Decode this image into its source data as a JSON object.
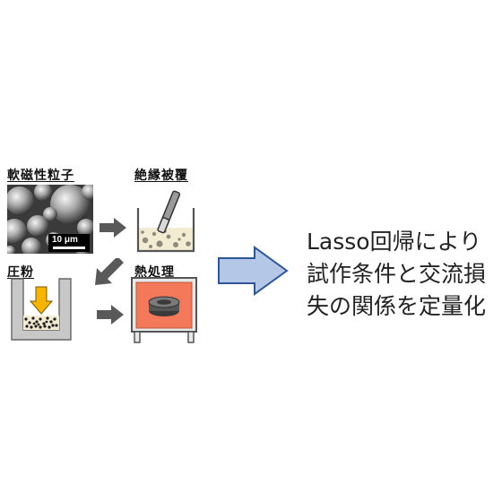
{
  "steps": {
    "soft_magnetic_particles": {
      "label": "軟磁性粒子",
      "scale_bar": "10 μm"
    },
    "insulation_coating": {
      "label": "絶縁被覆"
    },
    "compaction": {
      "label": "圧粉"
    },
    "heat_treatment": {
      "label": "熱処理"
    }
  },
  "result": {
    "lines": [
      "Lasso回帰により",
      "試作条件と交流損",
      "失の関係を定量化"
    ]
  },
  "colors": {
    "arrow_gray": "#595959",
    "big_arrow_fill": "#b4c7e7",
    "big_arrow_stroke": "#2f5597",
    "furnace_hot": "#f4795a",
    "press_arrow": "#f5b400",
    "powder_cream": "#f3ecd2",
    "die_gray": "#c8c8c8"
  },
  "icons": [
    "sem-micrograph-icon",
    "stirring-beaker-icon",
    "press-die-icon",
    "furnace-icon",
    "gray-step-arrow-icon",
    "blue-result-arrow-icon"
  ]
}
